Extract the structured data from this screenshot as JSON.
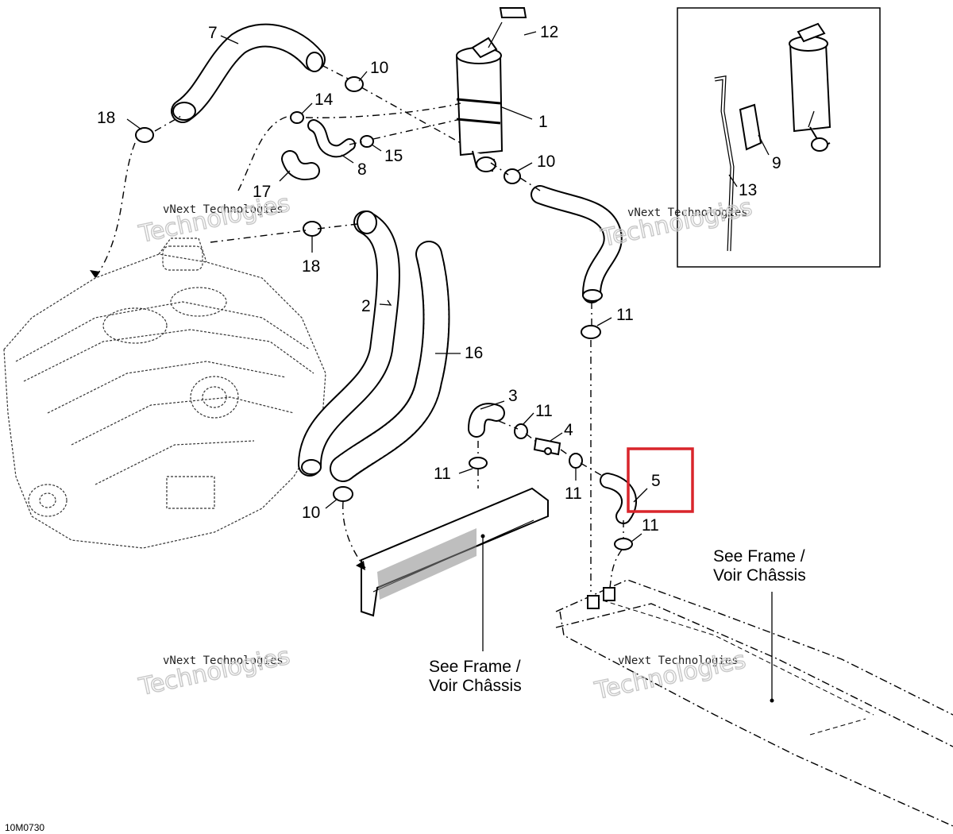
{
  "diagram_code": "10M0730",
  "callouts": [
    "1",
    "2",
    "3",
    "4",
    "5",
    "7",
    "8",
    "9",
    "10",
    "10",
    "10",
    "11",
    "11",
    "11",
    "11",
    "11",
    "12",
    "13",
    "14",
    "15",
    "16",
    "17",
    "18",
    "18"
  ],
  "notes": {
    "frame_1_line1": "See Frame /",
    "frame_1_line2": "Voir Châssis",
    "frame_2_line1": "See Frame /",
    "frame_2_line2": "Voir Châssis"
  },
  "watermark": {
    "company": "vNext Technologies",
    "word": "Technologies"
  },
  "highlight": {
    "color": "#d9252b",
    "target": "5"
  }
}
